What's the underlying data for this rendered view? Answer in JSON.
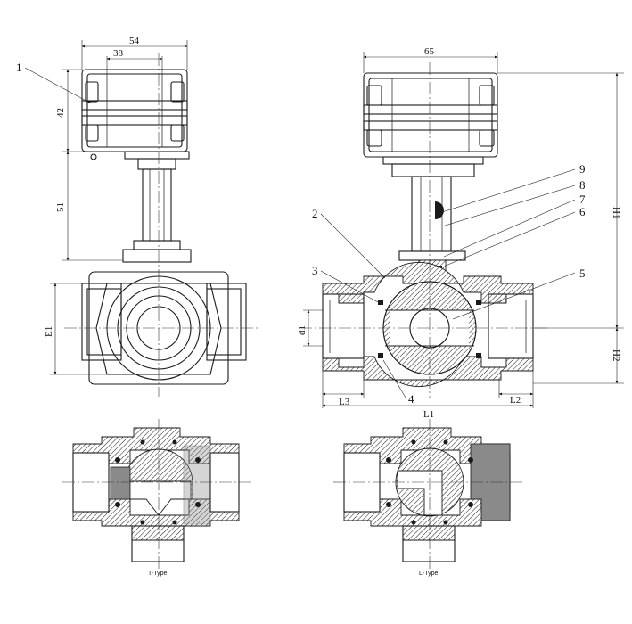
{
  "dimensions": {
    "d54": "54",
    "d38": "38",
    "d42": "42",
    "d51": "51",
    "d65": "65",
    "E1": "E1",
    "d1": "d1",
    "H1": "H1",
    "H2": "H2",
    "L1": "L1",
    "L2": "L2",
    "L3": "L3"
  },
  "callouts": [
    "1",
    "2",
    "3",
    "4",
    "5",
    "6",
    "7",
    "8",
    "9"
  ],
  "captions": {
    "t_type": "T-Type",
    "l_type": "L-Type"
  }
}
